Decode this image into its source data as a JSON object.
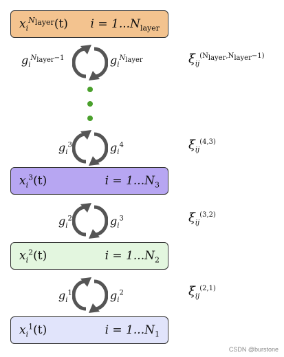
{
  "boxes": [
    {
      "lhs_base": "x",
      "lhs_sub": "i",
      "lhs_sup": "N",
      "lhs_sup_sub": "layer",
      "lhs_tail": "(t)",
      "rhs_index": "i = 1...N",
      "rhs_sub": "layer",
      "fill": "#f3c38f"
    },
    {
      "lhs_base": "x",
      "lhs_sub": "i",
      "lhs_sup": "3",
      "lhs_tail": "(t)",
      "rhs_index": "i = 1...N",
      "rhs_sub": "3",
      "fill": "#b7a6f2"
    },
    {
      "lhs_base": "x",
      "lhs_sub": "i",
      "lhs_sup": "2",
      "lhs_tail": "(t)",
      "rhs_index": "i = 1...N",
      "rhs_sub": "2",
      "fill": "#e3f6df"
    },
    {
      "lhs_base": "x",
      "lhs_sub": "i",
      "lhs_sup": "1",
      "lhs_tail": "(t)",
      "rhs_index": "i = 1...N",
      "rhs_sub": "1",
      "fill": "#e1e4fb"
    }
  ],
  "couplings": [
    {
      "left_base": "g",
      "left_sub": "i",
      "left_sup": "N",
      "left_sup_sub": "layer",
      "left_sup_tail": "−1",
      "right_base": "g",
      "right_sub": "i",
      "right_sup": "N",
      "right_sup_sub": "layer",
      "xi_base": "ξ",
      "xi_sub": "ij",
      "xi_sup": "(N",
      "xi_sup_sub1": "layer",
      "xi_sup_mid": ",N",
      "xi_sup_sub2": "layer",
      "xi_sup_tail": "−1)"
    },
    {
      "left_base": "g",
      "left_sub": "i",
      "left_sup": "3",
      "right_base": "g",
      "right_sub": "i",
      "right_sup": "4",
      "xi_base": "ξ",
      "xi_sub": "ij",
      "xi_sup": "(4,3)"
    },
    {
      "left_base": "g",
      "left_sub": "i",
      "left_sup": "2",
      "right_base": "g",
      "right_sub": "i",
      "right_sup": "3",
      "xi_base": "ξ",
      "xi_sub": "ij",
      "xi_sup": "(3,2)"
    },
    {
      "left_base": "g",
      "left_sub": "i",
      "left_sup": "1",
      "right_base": "g",
      "right_sub": "i",
      "right_sup": "2",
      "xi_base": "ξ",
      "xi_sub": "ij",
      "xi_sup": "(2,1)"
    }
  ],
  "dots_color": "#4aa02c",
  "arrow_color": "#555555",
  "watermark": "CSDN @burstone"
}
